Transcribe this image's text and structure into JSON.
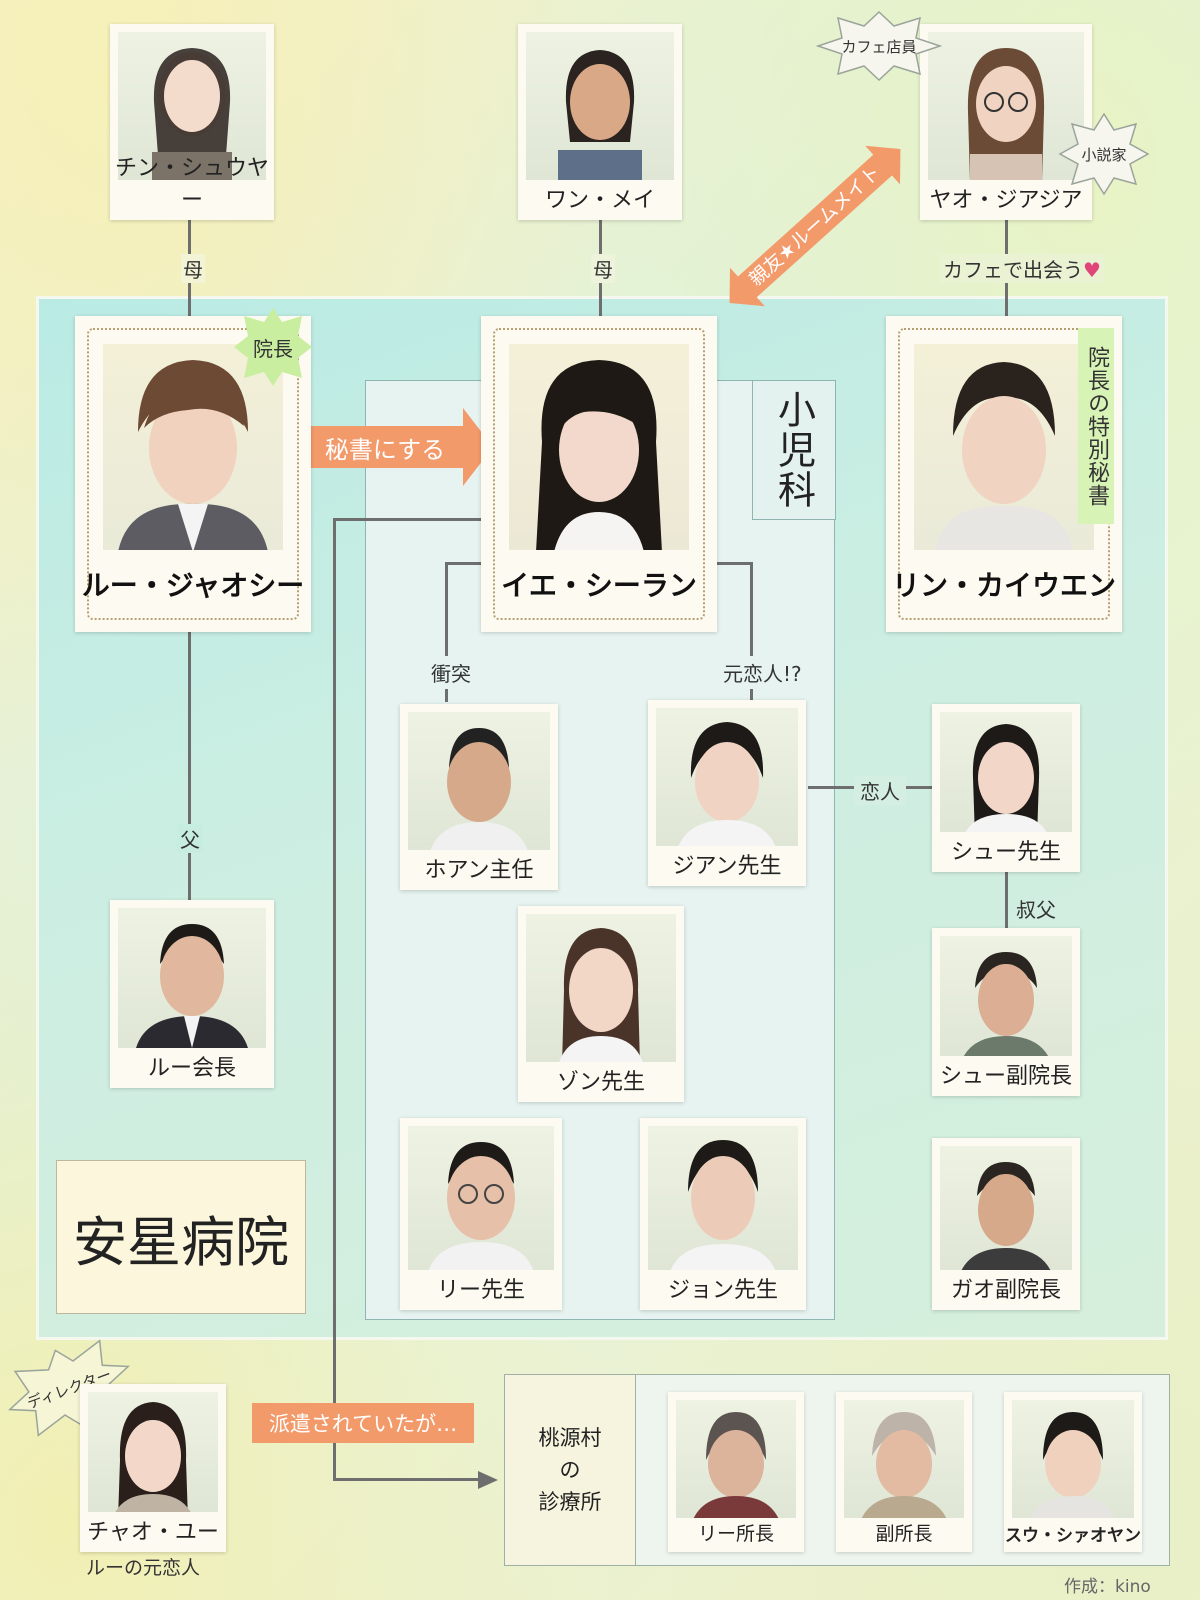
{
  "people": {
    "chin": "チン・シュウヤー",
    "wan": "ワン・メイ",
    "yao": "ヤオ・ジアジア",
    "lu": "ルー・ジャオシー",
    "ye": "イエ・シーラン",
    "lin": "リン・カイウエン",
    "huang": "ホアン主任",
    "jian": "ジアン先生",
    "shu": "シュー先生",
    "zon": "ゾン先生",
    "shu_vice": "シュー副院長",
    "lu_chair": "ルー会長",
    "li": "リー先生",
    "jon": "ジョン先生",
    "gao": "ガオ副院長",
    "chao": "チャオ・ユー",
    "li_head": "リー所長",
    "vice_head": "副所長",
    "su": "スウ・シァオヤン"
  },
  "badges": {
    "cafe_staff": "カフェ店員",
    "novelist": "小説家",
    "director_badge": "院長",
    "director_chao": "ディレクター"
  },
  "relations": {
    "mother_chin": "母",
    "mother_wan": "母",
    "cafe_meet": "カフェで出会う",
    "roommate": "親友★ルームメイト",
    "secretary": "秘書にする",
    "special_sec": "院長の特別秘書",
    "conflict": "衝突",
    "ex": "元恋人!?",
    "lover": "恋人",
    "father": "父",
    "uncle": "叔父",
    "dispatched": "派遣されていたが…",
    "ex_of_lu": "ルーの元恋人"
  },
  "places": {
    "pediatrics": "小児科",
    "hospital": "安星病院",
    "clinic": "桃源村\nの\n診療所"
  },
  "credit": "作成：kino",
  "colors": {
    "accent_orange": "#f39a6b",
    "heart": "#e0457a"
  }
}
